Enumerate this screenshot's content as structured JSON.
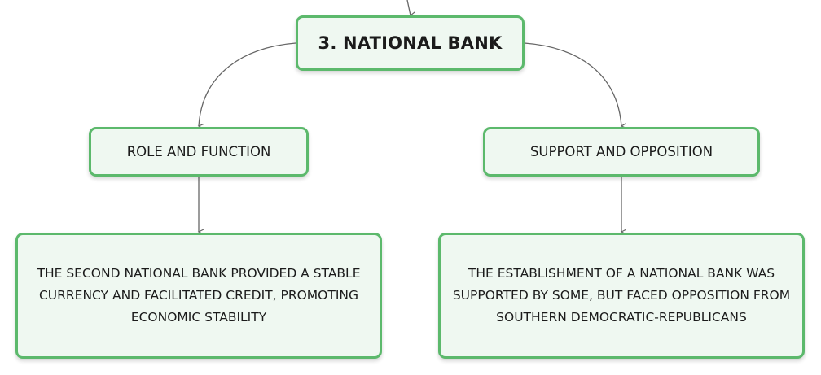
{
  "diagram": {
    "root": {
      "label": "3. NATIONAL BANK"
    },
    "branches": [
      {
        "label": "ROLE AND FUNCTION",
        "detail": "THE SECOND NATIONAL BANK PROVIDED A STABLE CURRENCY AND FACILITATED CREDIT, PROMOTING ECONOMIC STABILITY"
      },
      {
        "label": "SUPPORT AND OPPOSITION",
        "detail": "THE ESTABLISHMENT OF A NATIONAL BANK WAS SUPPORTED BY SOME, BUT FACED OPPOSITION FROM SOUTHERN DEMOCRATIC-REPUBLICANS"
      }
    ],
    "colors": {
      "node_border": "#5cb96c",
      "node_fill": "#eff8f1",
      "connector": "#666666",
      "text": "#1b1b1b"
    }
  }
}
